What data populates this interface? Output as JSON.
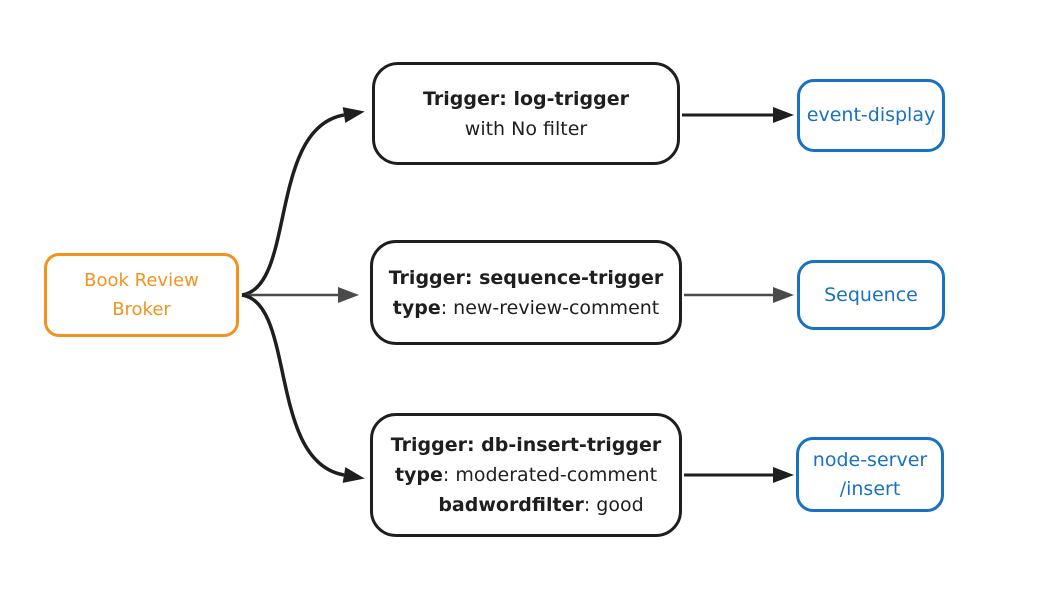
{
  "colors": {
    "orange": "#f0941f",
    "blue": "#1971c2",
    "ink": "#1e1e1e",
    "edge-gray": "#4a4a4a",
    "background": "#ffffff"
  },
  "diagram": {
    "broker": {
      "line1": "Book Review",
      "line2": "Broker"
    },
    "trigger1": {
      "title": "Trigger: log-trigger",
      "subtitle": "with No filter"
    },
    "trigger2": {
      "title": "Trigger: sequence-trigger",
      "attr1_key": "type",
      "attr1_rest": ": new-review-comment"
    },
    "trigger3": {
      "title": "Trigger: db-insert-trigger",
      "attr1_key": "type",
      "attr1_rest": ": moderated-comment",
      "attr2_key": "badwordfilter",
      "attr2_rest": ": good"
    },
    "sink1": {
      "label": "event-display"
    },
    "sink2": {
      "label": "Sequence"
    },
    "sink3": {
      "line1": "node-server",
      "line2": "/insert"
    }
  }
}
